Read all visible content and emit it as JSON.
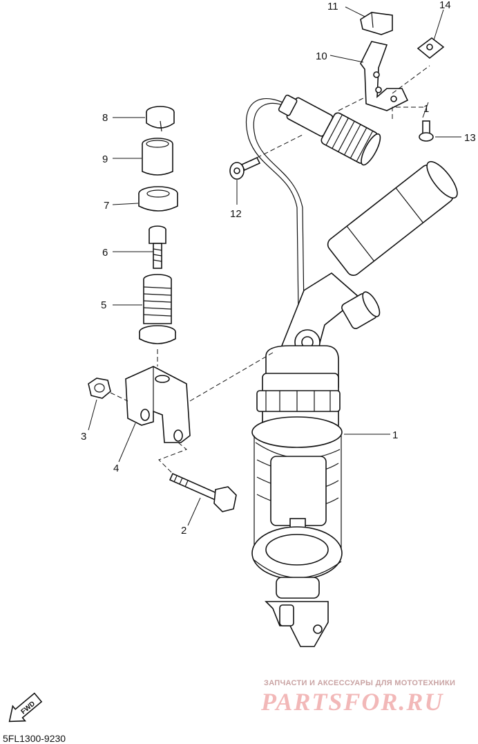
{
  "callouts": {
    "c1": "1",
    "c2": "2",
    "c3": "3",
    "c4": "4",
    "c5": "5",
    "c6": "6",
    "c7": "7",
    "c8": "8",
    "c9": "9",
    "c10": "10",
    "c11": "11",
    "c12": "12",
    "c13": "13",
    "c14": "14"
  },
  "fwd_label": "FWD",
  "diagram_code": "5FL1300-9230",
  "watermark": {
    "tagline": "ЗАПЧАСТИ И АКСЕССУАРЫ ДЛЯ МОТОТЕХНИКИ",
    "logo": "PARTSFOR.RU"
  }
}
